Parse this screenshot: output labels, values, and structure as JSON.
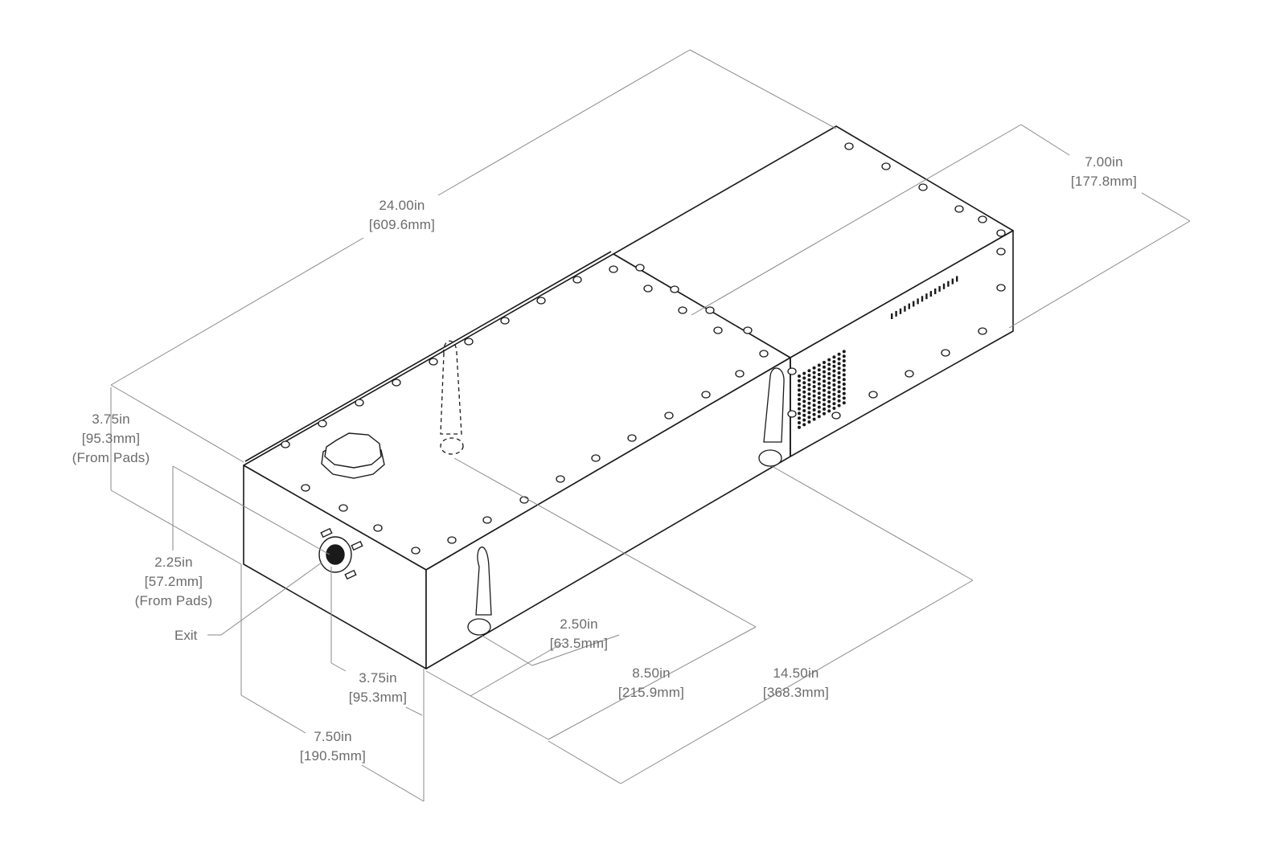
{
  "dimensions": {
    "length": {
      "in": "24.00in",
      "mm": "609.6mm"
    },
    "width": {
      "in": "7.00in",
      "mm": "177.8mm"
    },
    "height": {
      "in": "3.75in",
      "mm": "95.3mm",
      "note": "(From Pads)"
    },
    "exit_height": {
      "in": "2.25in",
      "mm": "57.2mm",
      "note": "(From Pads)"
    },
    "exit_offset": {
      "in": "3.75in",
      "mm": "95.3mm"
    },
    "front_width": {
      "in": "7.50in",
      "mm": "190.5mm"
    },
    "pad_spacing_1": {
      "in": "2.50in",
      "mm": "63.5mm"
    },
    "pad_spacing_2": {
      "in": "8.50in",
      "mm": "215.9mm"
    },
    "pad_spacing_3": {
      "in": "14.50in",
      "mm": "368.3mm"
    }
  },
  "labels": {
    "exit": "Exit"
  },
  "colors": {
    "outline": "#1a1a1a",
    "dimension_line": "#8a8a8a",
    "dimension_text": "#6b6b6b",
    "background": "#ffffff"
  }
}
